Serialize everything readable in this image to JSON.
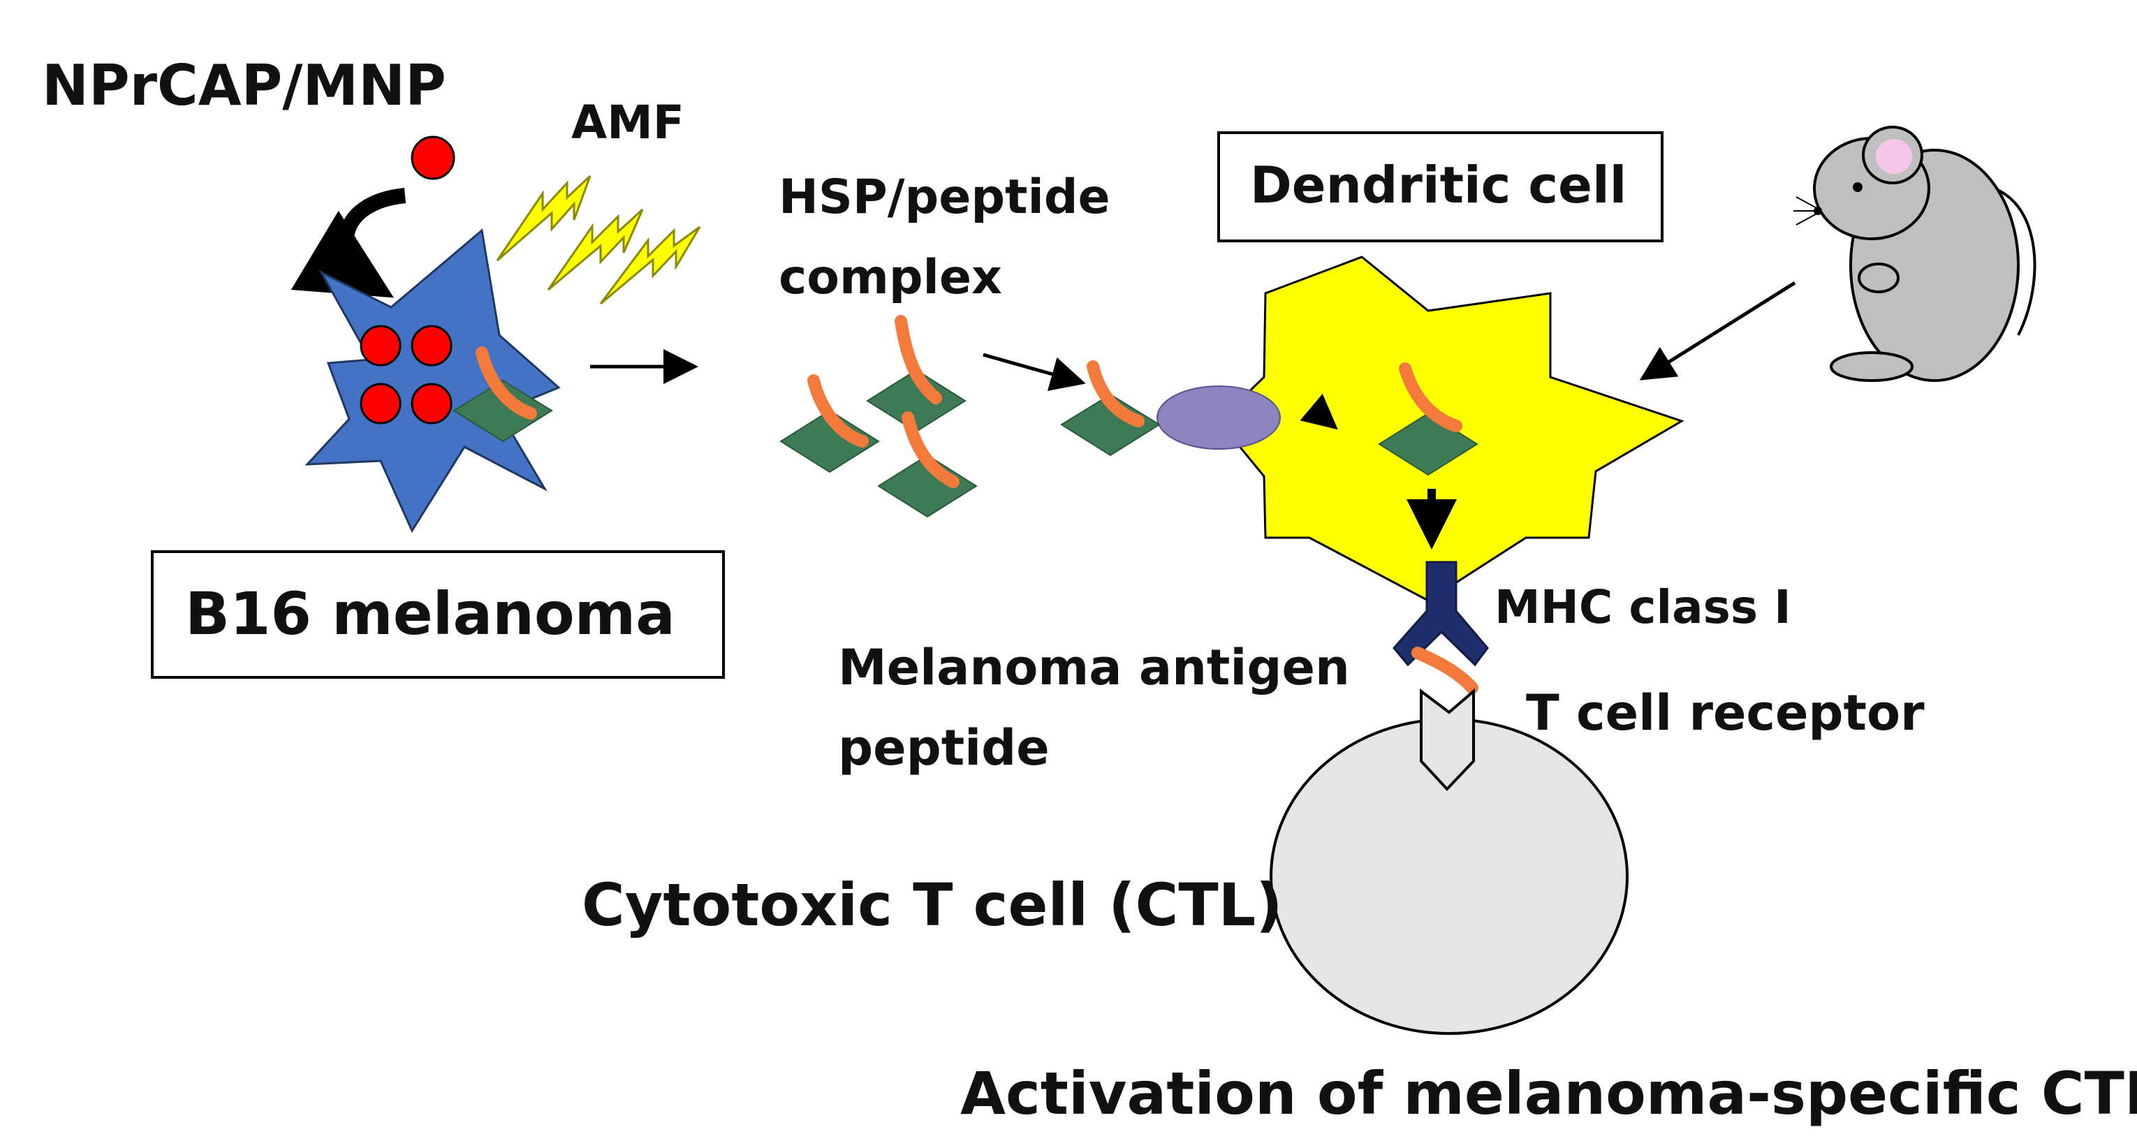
{
  "labels": {
    "nprcap_mnp": "NPrCAP/MNP",
    "amf": "AMF",
    "hsp_line1": "HSP/peptide",
    "hsp_line2": "complex",
    "dendritic_cell": "Dendritic cell",
    "b16_melanoma": "B16 melanoma",
    "mhc_class_i": "MHC class I",
    "antigen_line1": "Melanoma antigen",
    "antigen_line2": "peptide",
    "t_cell_receptor": "T cell receptor",
    "ctl": "Cytotoxic T cell (CTL)",
    "activation": "Activation of melanoma-specific CTL"
  },
  "colors": {
    "melanoma_cell": "#4472C4",
    "nanoparticle": "#FF0000",
    "lightning": "#FFFF00",
    "hsp": "#3E7A55",
    "peptide": "#F47A3C",
    "receptor_oval": "#8E85BE",
    "dendritic_cell": "#FFFF00",
    "mhc": "#1F2F6E",
    "t_cell": "#E5E5E5",
    "mouse": "#BFBFBF",
    "mouse_ear": "#F5C6E8"
  }
}
